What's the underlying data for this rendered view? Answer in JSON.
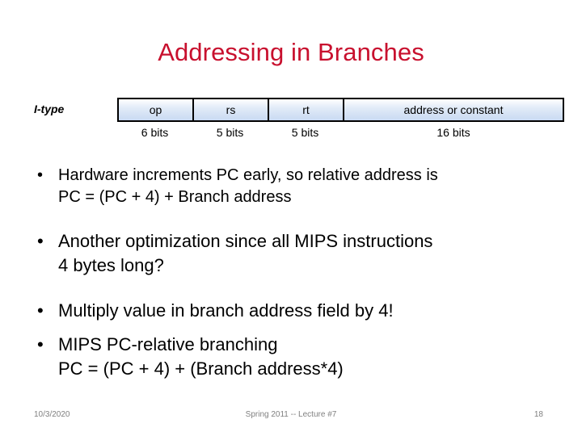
{
  "slide": {
    "title": "Addressing in Branches",
    "title_color": "#C8102E",
    "background": "#ffffff"
  },
  "instruction_format": {
    "type_label": "I-type",
    "fields": [
      {
        "name": "op",
        "bits": "6 bits"
      },
      {
        "name": "rs",
        "bits": "5 bits"
      },
      {
        "name": "rt",
        "bits": "5 bits"
      },
      {
        "name": "address or constant",
        "bits": "16 bits"
      }
    ],
    "cell_fill_top": "#ffffff",
    "cell_fill_bottom": "#c9daf2",
    "border_color": "#000000"
  },
  "bullets": [
    {
      "marker": "•",
      "text": "Hardware increments PC early, so relative address is\nPC = (PC + 4) + Branch address"
    },
    {
      "marker": "•",
      "text": "Another optimization since all MIPS instructions\n4 bytes long?"
    },
    {
      "marker": "•",
      "text": "Multiply value in branch address field by 4!"
    },
    {
      "marker": "•",
      "text": "MIPS PC-relative branching\nPC = (PC + 4) + (Branch address*4)"
    }
  ],
  "footer": {
    "date": "10/3/2020",
    "center": "Spring 2011 -- Lecture #7",
    "page": "18",
    "color": "#808080"
  }
}
